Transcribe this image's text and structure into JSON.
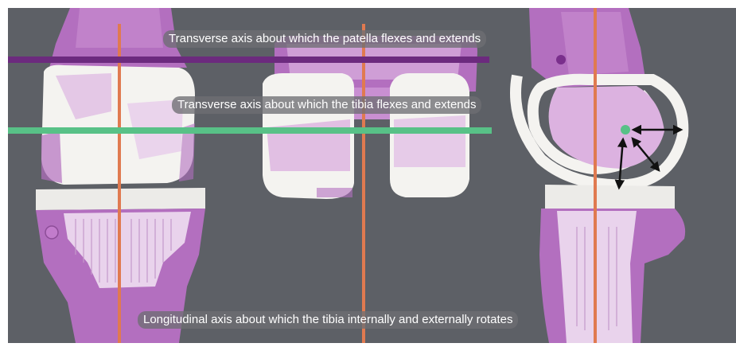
{
  "labels": {
    "patella_axis": "Transverse axis about which the patella flexes and extends",
    "tibia_transverse_axis": "Transverse axis about which the tibia flexes and extends",
    "longitudinal_axis": "Longitudinal axis about which the tibia internally and externally rotates"
  },
  "colors": {
    "background": "#5d6066",
    "bone": "#b36fbf",
    "bone_light": "#dcb2e0",
    "implant": "#f4f3f0",
    "patella_axis": "#6c2a7e",
    "tibia_transverse_axis": "#58c187",
    "longitudinal_axis": "#e07a50",
    "arrows": "#111111"
  }
}
